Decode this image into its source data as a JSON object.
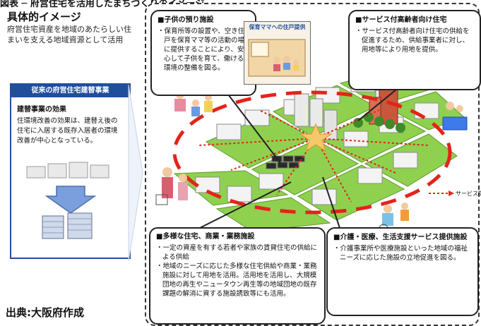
{
  "top_caption": "図表 ─ 府営住宅を活用したまちづくりのイメージ",
  "left": {
    "title": "具体的イメージ",
    "subtitle": "府営住宅資産を地域のあたらしい住まいを支える地域資源として活用",
    "card_header": "従来の府営住宅建替事業",
    "card_subtitle": "建替事業の効果",
    "card_text": "住環境改善の効果は、建替え後の住宅に入居する既存入居者の環境改善が中心となっている。"
  },
  "inset_label": "保育ママへの住戸提供",
  "boxes": {
    "childcare": {
      "title": "■子供の預り施設",
      "items": [
        "・保育所等の設置や、空き住戸を保育ママ等の活動の場に提供することにより、安心して子供を育て、働ける環境の整備を図る。"
      ]
    },
    "elderly": {
      "title": "■サービス付高齢者向け住宅",
      "items": [
        "・サービス付高齢者向け住宅の供給を促進するため、供給事業者に対し、用地等により用地を提供。"
      ]
    },
    "diverse": {
      "title": "■多様な住宅、商業・業務施設",
      "items": [
        "・一定の資産を有する若者や家族の賃貸住宅の供給による供給",
        "・地域のニーズに応じた多様な住宅供給や商業・業務施設に対して用地を活用。活用地を活用し、大規模団地の再生やニュータウン再生等の地域団地の既存課題の解消に資する施設誘致等にも活用。"
      ]
    },
    "care": {
      "title": "■介護・医療、生活支援サービス提供施設",
      "items": [
        "・介護事業所や医療施設といった地域の福祉ニーズに応じた施設の立地促進を図る。"
      ]
    }
  },
  "legend": {
    "label": "サービス提供"
  },
  "source": "出典:大阪府作成",
  "colors": {
    "accent_blue": "#1f4f9c",
    "grass": "#8fd14f",
    "grass_dark": "#6aaa2e",
    "road": "#c9c9c9",
    "service_red": "#e3241b"
  }
}
